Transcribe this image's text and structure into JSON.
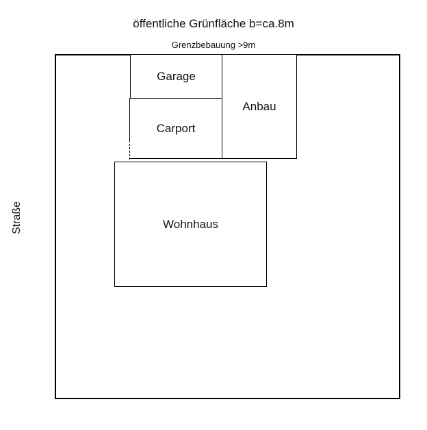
{
  "diagram": {
    "title": "öffentliche Grünfläche b=ca.8m",
    "subtitle": "Grenzbebauung >9m",
    "street_label": "Straße",
    "buildings": [
      {
        "key": "garage",
        "label": "Garage"
      },
      {
        "key": "carport",
        "label": "Carport"
      },
      {
        "key": "anbau",
        "label": "Anbau"
      },
      {
        "key": "wohnhaus",
        "label": "Wohnhaus"
      }
    ],
    "colors": {
      "line": "#000000",
      "background": "#ffffff",
      "text": "#111111"
    }
  }
}
